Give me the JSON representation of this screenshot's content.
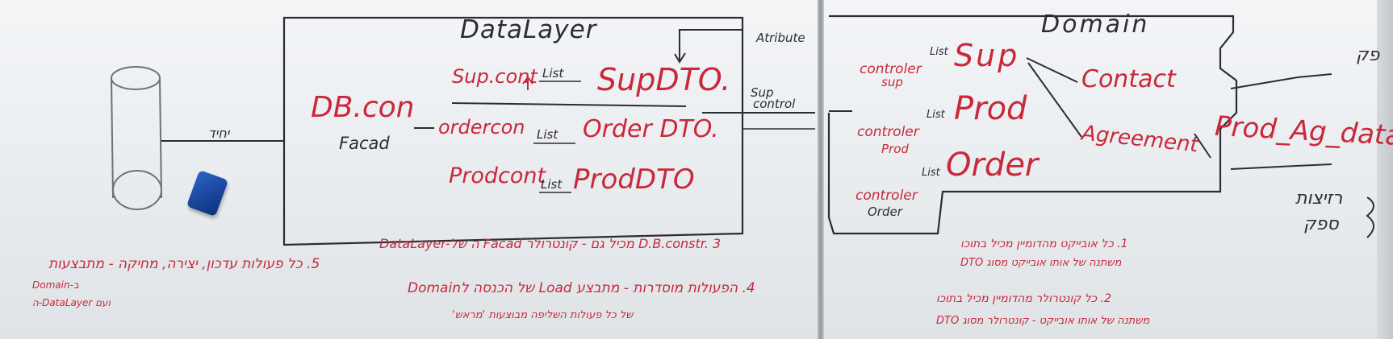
{
  "colors": {
    "board": "#eef0f2",
    "red_marker": "#c9283a",
    "black_marker": "#2c2c34",
    "eraser": "#1f4fb0"
  },
  "left_panel": {
    "title": "DataLayer",
    "db_con": "DB.con",
    "facad": "Facad",
    "wire_label": "יחיד",
    "list_word": "List",
    "rows": [
      {
        "controller": "Sup.cont",
        "dto": "SupDTO."
      },
      {
        "controller": "ordercon",
        "dto": "Order DTO."
      },
      {
        "controller": "Prodcont",
        "dto": "ProdDTO"
      }
    ],
    "side_top": "Atribute",
    "side_mid_1": "Sup",
    "side_mid_2": "control",
    "eraser": "eraser"
  },
  "right_panel": {
    "title": "Domain",
    "list_word": "List",
    "controllers": [
      {
        "line1": "controler",
        "line2": "sup"
      },
      {
        "line1": "controler",
        "line2": "Prod"
      },
      {
        "line1": "controler",
        "line2": "Order"
      }
    ],
    "entities": [
      "Sup",
      "Prod",
      "Order"
    ],
    "contact": "Contact",
    "agreement": "Agreement",
    "prod_ag": "Prod_Ag_data",
    "right_note_1": "רזיצות",
    "right_note_2": "ספק",
    "edge_letters": "פק"
  },
  "notes_bottom_left": {
    "item5": "5. כל פעולות עדכון, יצירה, מחיקה - מתבצעות",
    "domain_line": "Domain-ב",
    "datalayer_line": "ועם DataLayer-ה"
  },
  "notes_bottom_mid": {
    "item3": "DataLayer-ה של Facad מכיל גם - קונטרולר D.B.constr. 3",
    "item4_a": "4. הפעולות מוסדרות - מתבצע Load של הכנסה לDomain",
    "item4_b": "של כל פעולות השליפה מבוצעות 'מראש'"
  },
  "notes_bottom_right": {
    "item1_a": "1. כל אובייקט מהדומיין מכיל בתוכו",
    "item1_b": "משתנה של אותו אובייקט מסוג DTO",
    "item2_a": "2. כל קונטרולר מהדומיין מכיל בתוכו",
    "item2_b": "משתנה של אותו אובייקט - קונטרולר מסוג DTO"
  }
}
